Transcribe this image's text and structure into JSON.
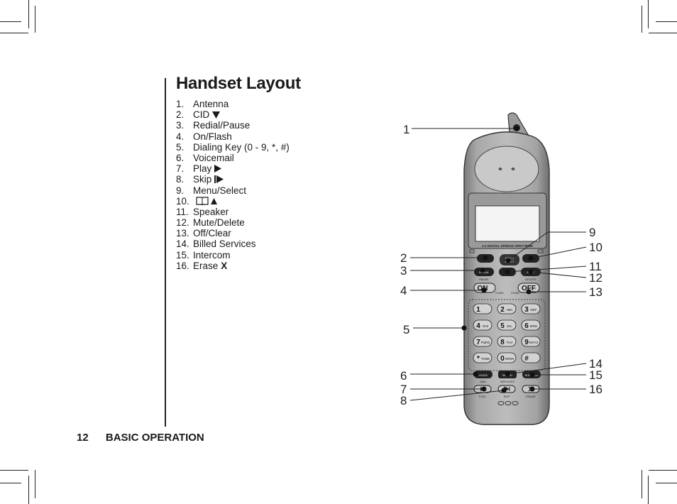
{
  "heading": "Handset Layout",
  "parts": [
    {
      "n": "1.",
      "label": "Antenna"
    },
    {
      "n": "2.",
      "label": "CID",
      "icon": "down-triangle-icon"
    },
    {
      "n": "3.",
      "label": "Redial/Pause"
    },
    {
      "n": "4.",
      "label": "On/Flash"
    },
    {
      "n": "5.",
      "label": "Dialing Key (0 - 9, *, #)"
    },
    {
      "n": "6.",
      "label": "Voicemail"
    },
    {
      "n": "7.",
      "label": "Play",
      "icon": "play-triangle-icon"
    },
    {
      "n": "8.",
      "label": "Skip",
      "icon": "skip-icon"
    },
    {
      "n": "9.",
      "label": "Menu/Select"
    },
    {
      "n": "10.",
      "label": "",
      "icon": "phonebook-up-icon"
    },
    {
      "n": "11.",
      "label": "Speaker"
    },
    {
      "n": "12.",
      "label": "Mute/Delete"
    },
    {
      "n": "13.",
      "label": "Off/Clear"
    },
    {
      "n": "14.",
      "label": "Billed Services"
    },
    {
      "n": "15.",
      "label": "Intercom"
    },
    {
      "n": "16.",
      "label": "Erase",
      "suffix": "X"
    }
  ],
  "footer": {
    "page": "12",
    "section": "BASIC OPERATION"
  },
  "phone": {
    "banner": "2.4 DIGITAL SPREAD SPECTRUM",
    "keys": [
      {
        "d": "1",
        "l": ""
      },
      {
        "d": "2",
        "l": "ABC"
      },
      {
        "d": "3",
        "l": "DEF"
      },
      {
        "d": "4",
        "l": "GHI"
      },
      {
        "d": "5",
        "l": "JKL"
      },
      {
        "d": "6",
        "l": "MNO"
      },
      {
        "d": "7",
        "l": "PQRS"
      },
      {
        "d": "8",
        "l": "TUV"
      },
      {
        "d": "9",
        "l": "WXYZ"
      },
      {
        "d": "*",
        "l": "TONE"
      },
      {
        "d": "0",
        "l": "OPER"
      },
      {
        "d": "#",
        "l": ""
      }
    ],
    "btn_redial": "REDIAL",
    "btn_pause": "PAUSE",
    "btn_on": "ON",
    "btn_flash": "FLASH",
    "btn_off": "OFF",
    "btn_clear": "CLEAR",
    "btn_mute": "MUTE",
    "btn_delete": "DELETE",
    "btn_menu": "MENU",
    "btn_select": "SELECT",
    "btn_voice": "VOICE",
    "lbl_mail": "MAIL",
    "btn_billed": "BILLED",
    "lbl_services": "SERVICES",
    "btn_intercom": "INTERCOM",
    "lbl_play": "PLAY",
    "lbl_skip": "SKIP",
    "lbl_erase": "ERASE"
  },
  "callouts": [
    "1",
    "2",
    "3",
    "4",
    "5",
    "6",
    "7",
    "8",
    "9",
    "10",
    "11",
    "12",
    "13",
    "14",
    "15",
    "16"
  ]
}
